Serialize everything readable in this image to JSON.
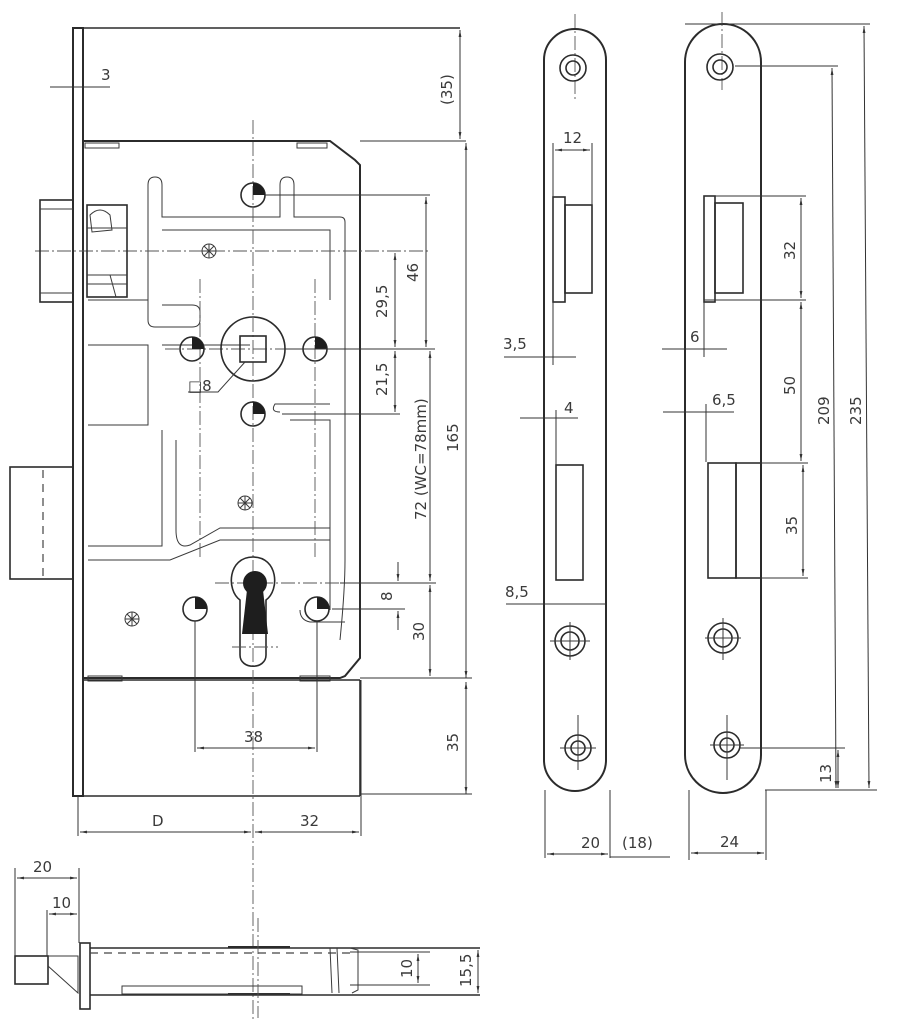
{
  "drawing": {
    "subject": "Mortise lock technical drawing",
    "views": [
      "front-view",
      "faceplate-20",
      "strike-plate-24",
      "side-view"
    ],
    "main_view": {
      "faceplate_thickness": "3",
      "top_offset": "(35)",
      "follower_to_latch": "46",
      "follower_to_top_hole": "29,5",
      "follower_to_lower_hole": "21,5",
      "follower_square": "□8",
      "center_distance": "72 (WC=78mm)",
      "case_height": "165",
      "cylinder_pin_offset": "8",
      "cylinder_to_bottom": "30",
      "fixing_hole_spacing": "38",
      "bottom_offset": "35",
      "backset": "D",
      "case_depth_right": "32"
    },
    "faceplate_view": {
      "latch_width": "12",
      "latch_offset": "3,5",
      "bolt_offset": "4",
      "bottom_edge_offset": "8,5",
      "plate_width": "20",
      "plate_width_alt": "(18)"
    },
    "strike_view": {
      "latch_opening_height": "32",
      "latch_offset": "6",
      "bolt_offset": "6,5",
      "latch_to_bolt": "50",
      "bolt_opening_height": "35",
      "hole_spacing": "209",
      "total_length": "235",
      "bottom_hole_offset": "13",
      "plate_width": "24"
    },
    "side_view": {
      "total_projection": "20",
      "latch_projection": "10",
      "inner_height": "10",
      "case_thickness": "15,5"
    }
  }
}
